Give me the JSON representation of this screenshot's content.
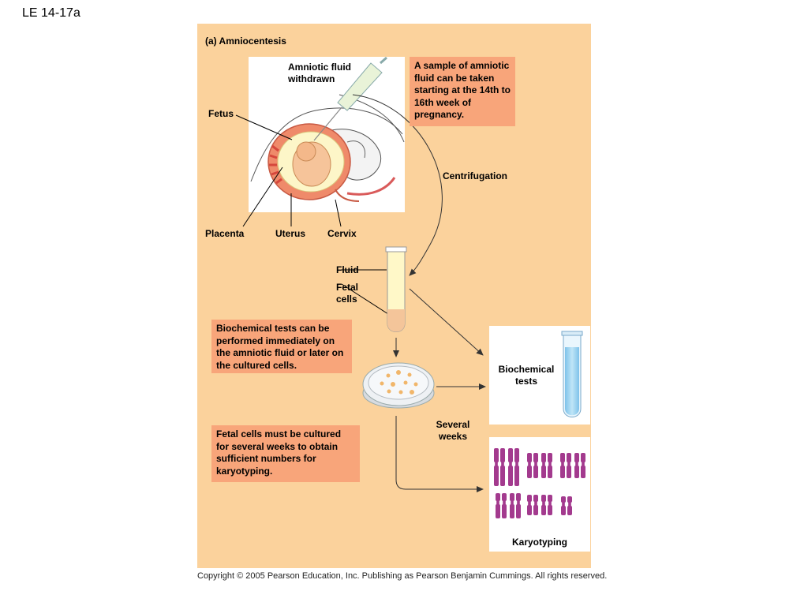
{
  "slide_title": "LE 14-17a",
  "panel_title": "(a) Amniocentesis",
  "labels": {
    "amniotic_fluid": "Amniotic fluid withdrawn",
    "fetus": "Fetus",
    "placenta": "Placenta",
    "uterus": "Uterus",
    "cervix": "Cervix",
    "centrifugation": "Centrifugation",
    "fluid": "Fluid",
    "fetal_cells": "Fetal cells",
    "biochemical_tests": "Biochemical tests",
    "several_weeks": "Several weeks",
    "karyotyping": "Karyotyping"
  },
  "notes": {
    "sample": "A sample of amniotic fluid can be taken starting at the 14th to 16th week of pregnancy.",
    "biochem": "Biochemical tests can be performed immediately on the amniotic fluid or later on the cultured cells.",
    "culture": "Fetal cells must be cultured for several weeks to obtain sufficient numbers for karyotyping."
  },
  "colors": {
    "panel": "#fbd29c",
    "note": "#f8a57a",
    "chromosome": "#a33a8e",
    "tube_fluid": "#9fd3ef"
  },
  "copyright": "Copyright ©  2005 Pearson Education, Inc. Publishing as Pearson Benjamin Cummings. All rights reserved."
}
